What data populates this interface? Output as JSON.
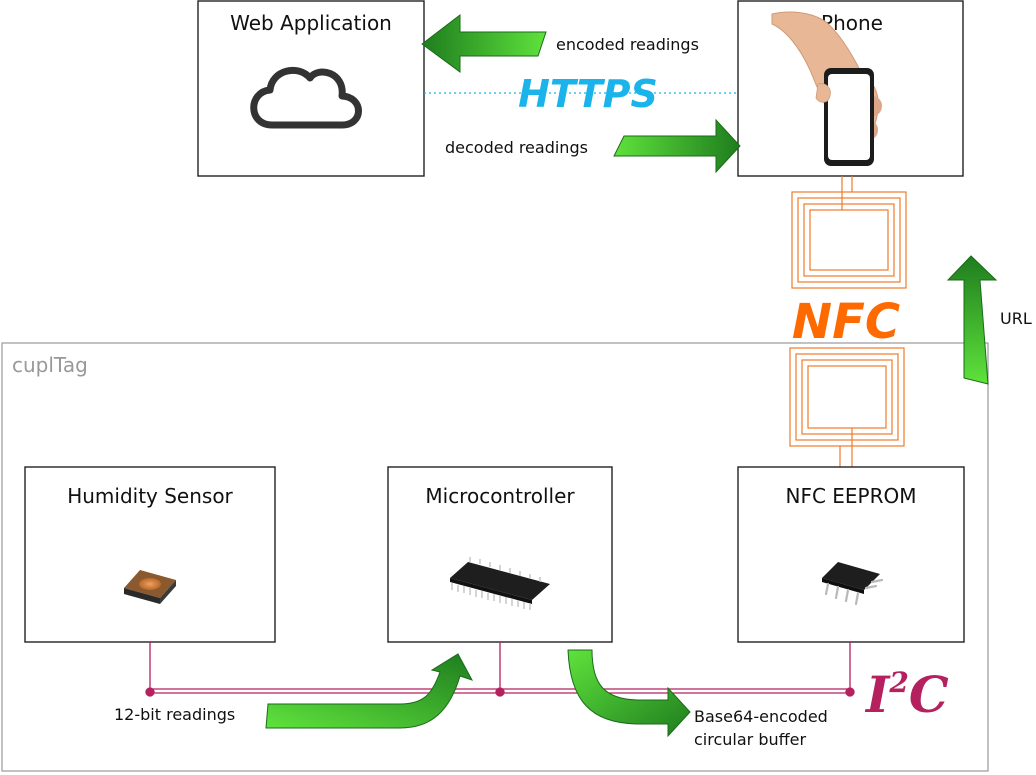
{
  "boxes": {
    "web_app": "Web Application",
    "phone": "Phone",
    "humidity": "Humidity Sensor",
    "micro": "Microcontroller",
    "eeprom": "NFC EEPROM"
  },
  "group": {
    "label": "cuplTag"
  },
  "arrows": {
    "encoded": "encoded readings",
    "decoded": "decoded readings",
    "url": "URL",
    "twelve_bit": "12-bit readings",
    "base64_line1": "Base64-encoded",
    "base64_line2": "circular buffer"
  },
  "protocols": {
    "https": "HTTPS",
    "nfc": "NFC",
    "i2c_base": "I",
    "i2c_sup": "2",
    "i2c_tail": "C"
  },
  "icons": {
    "web_app": "cloud-icon",
    "phone": "hand-holding-phone-icon",
    "humidity": "humidity-sensor-chip-icon",
    "micro": "microcontroller-chip-icon",
    "eeprom": "eeprom-chip-icon"
  },
  "colors": {
    "https": "#1ab3ea",
    "nfc": "#ff6a00",
    "coil": "#f07a2a",
    "i2c": "#b5215f",
    "arrow_dark": "#1e7d1e",
    "arrow_light": "#5fe23c"
  }
}
